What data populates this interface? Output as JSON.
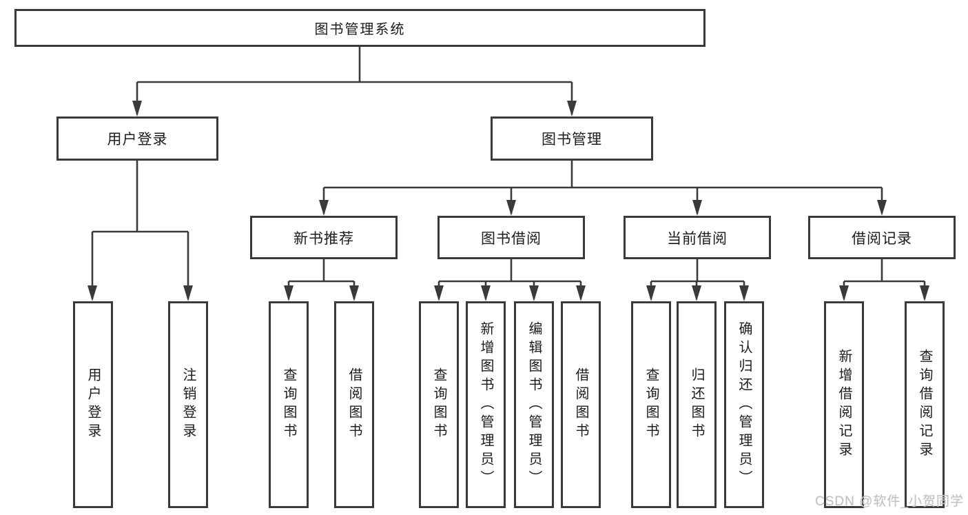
{
  "diagram": {
    "title": "图书管理系统",
    "nodes": {
      "root": {
        "label": "图书管理系统"
      },
      "userLogin": {
        "label": "用户登录"
      },
      "bookMgmt": {
        "label": "图书管理"
      },
      "newBooks": {
        "label": "新书推荐"
      },
      "bookBorrow": {
        "label": "图书借阅"
      },
      "currentBorrow": {
        "label": "当前借阅"
      },
      "borrowRecords": {
        "label": "借阅记录"
      },
      "leafUserLogin": {
        "label": "用户登录"
      },
      "leafLogout": {
        "label": "注销登录"
      },
      "leafQueryNew": {
        "label": "查询图书"
      },
      "leafBorrowNew": {
        "label": "借阅图书"
      },
      "leafQueryBook": {
        "label": "查询图书"
      },
      "leafAddBook": {
        "label": "新增图书（管理员）"
      },
      "leafEditBook": {
        "label": "编辑图书（管理员）"
      },
      "leafBorrowBook": {
        "label": "借阅图书"
      },
      "leafQueryCurrent": {
        "label": "查询图书"
      },
      "leafReturnBook": {
        "label": "归还图书"
      },
      "leafConfirmReturn": {
        "label": "确认归还（管理员）"
      },
      "leafAddRecord": {
        "label": "新增借阅记录"
      },
      "leafQueryRecord": {
        "label": "查询借阅记录"
      }
    },
    "colors": {
      "line": "#3a3a3a",
      "box_border": "#3a3a3a",
      "box_fill": "#ffffff",
      "text": "#1c1c1c",
      "watermark": "#c2c2c2"
    }
  },
  "watermark": {
    "text": "CSDN @软件_小贺同学"
  }
}
